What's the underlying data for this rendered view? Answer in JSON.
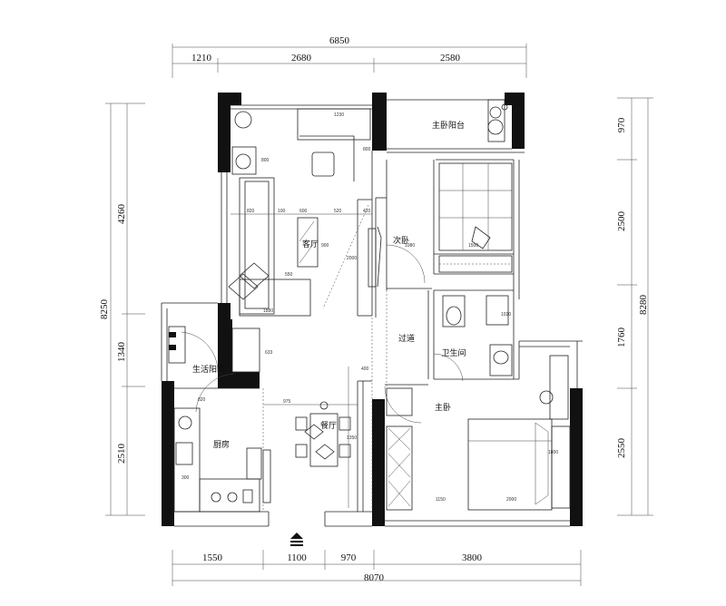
{
  "top_dims": {
    "total": "6850",
    "seg1": "1210",
    "seg2": "2680",
    "seg3": "2580"
  },
  "bottom_dims": {
    "total": "8070",
    "seg1": "1550",
    "seg2": "1100",
    "seg3": "970",
    "seg4": "3800"
  },
  "left_dims": {
    "total": "8250",
    "seg1": "4260",
    "seg2": "1340",
    "seg3": "2510"
  },
  "right_dims": {
    "total": "8280",
    "seg1": "970",
    "seg2": "2500",
    "seg3": "1760",
    "seg4": "2550"
  },
  "rooms": {
    "living": "客厅",
    "second_bedroom": "次卧",
    "master_balcony": "主卧阳台",
    "corridor": "过道",
    "bathroom": "卫生间",
    "service_balcony": "生活阳台",
    "kitchen": "厨房",
    "dining": "餐厅",
    "master_bedroom": "主卧"
  },
  "small_dims": {
    "a1": "1230",
    "a2": "800",
    "a3": "800",
    "a4": "820",
    "a5": "100",
    "a6": "600",
    "a7": "520",
    "a8": "420",
    "a9": "900",
    "a10": "2000",
    "a11": "550",
    "a12": "1880",
    "a13": "633",
    "a14": "1080",
    "a15": "1500",
    "a16": "975",
    "a17": "1800",
    "a18": "1150",
    "a19": "2000",
    "a20": "1020",
    "a21": "1350",
    "a22": "300",
    "a23": "400",
    "a24": "820"
  },
  "entrance_icon": "entrance-arrow-icon"
}
